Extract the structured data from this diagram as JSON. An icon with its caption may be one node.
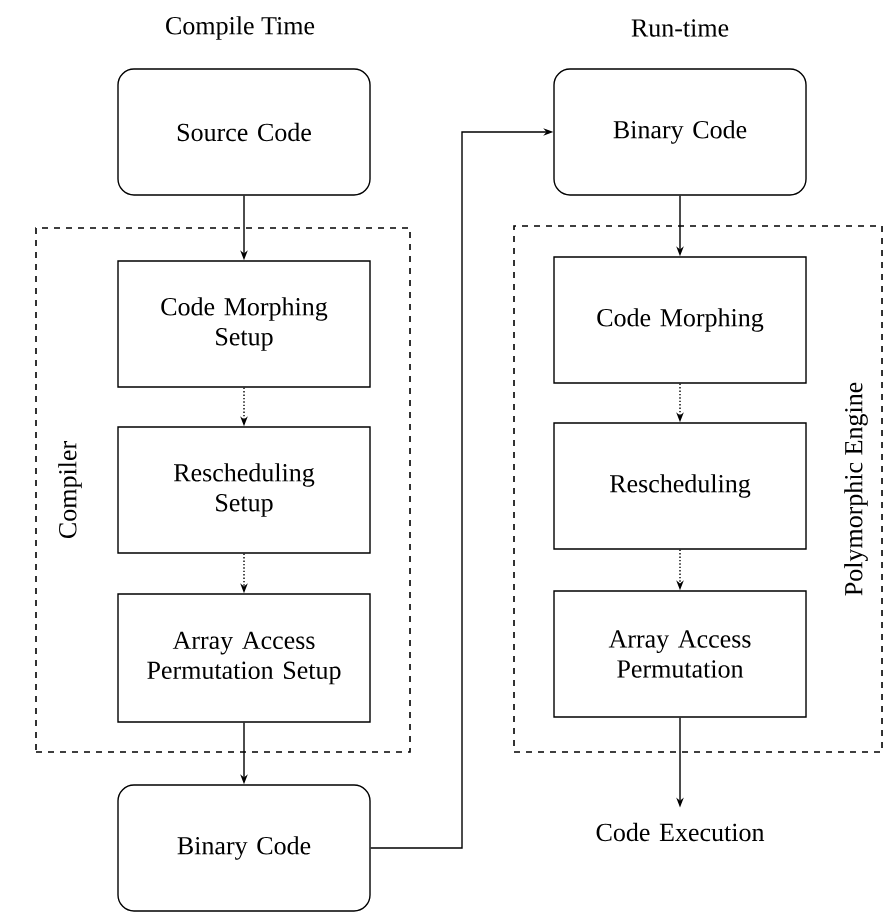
{
  "diagram": {
    "nodes": [
      {
        "text": [
          "Source Code"
        ]
      },
      {
        "text": [
          "Compiler"
        ]
      },
      {
        "text": [
          "Code Morphing Setup"
        ],
        "in": 1
      },
      {
        "text": [
          "Rescheduling Setup"
        ],
        "in": 1
      },
      {
        "text": [
          "Array Access Permutation Setup"
        ],
        "in": 1
      },
      {
        "text": [
          "Binary Code"
        ]
      },
      {
        "text": [
          "Binary Code"
        ]
      },
      {
        "text": [
          "Polymorphic Engine"
        ]
      },
      {
        "text": [
          "Code Morphing"
        ],
        "in": 7
      },
      {
        "text": [
          "Rescheduling"
        ],
        "in": 7
      },
      {
        "text": [
          "Array Access Permutation"
        ],
        "in": 7
      },
      {
        "text": [
          "Code Execution"
        ]
      }
    ],
    "edges": [
      {
        "from": 0,
        "to": 2,
        "arrow": "to"
      },
      {
        "from": 2,
        "to": 3,
        "arrow": "to",
        "style": "dashed"
      },
      {
        "from": 3,
        "to": 4,
        "arrow": "to",
        "style": "dashed"
      },
      {
        "from": 4,
        "to": 5,
        "arrow": "to"
      },
      {
        "from": 5,
        "to": 6,
        "arrow": "to"
      },
      {
        "from": 6,
        "to": 8,
        "arrow": "to"
      },
      {
        "from": 8,
        "to": 9,
        "arrow": "to",
        "style": "dashed"
      },
      {
        "from": 9,
        "to": 10,
        "arrow": "to",
        "style": "dashed"
      },
      {
        "from": 10,
        "to": 11,
        "arrow": "to"
      }
    ],
    "labels": [
      "Compile Time",
      "Run-time"
    ]
  }
}
